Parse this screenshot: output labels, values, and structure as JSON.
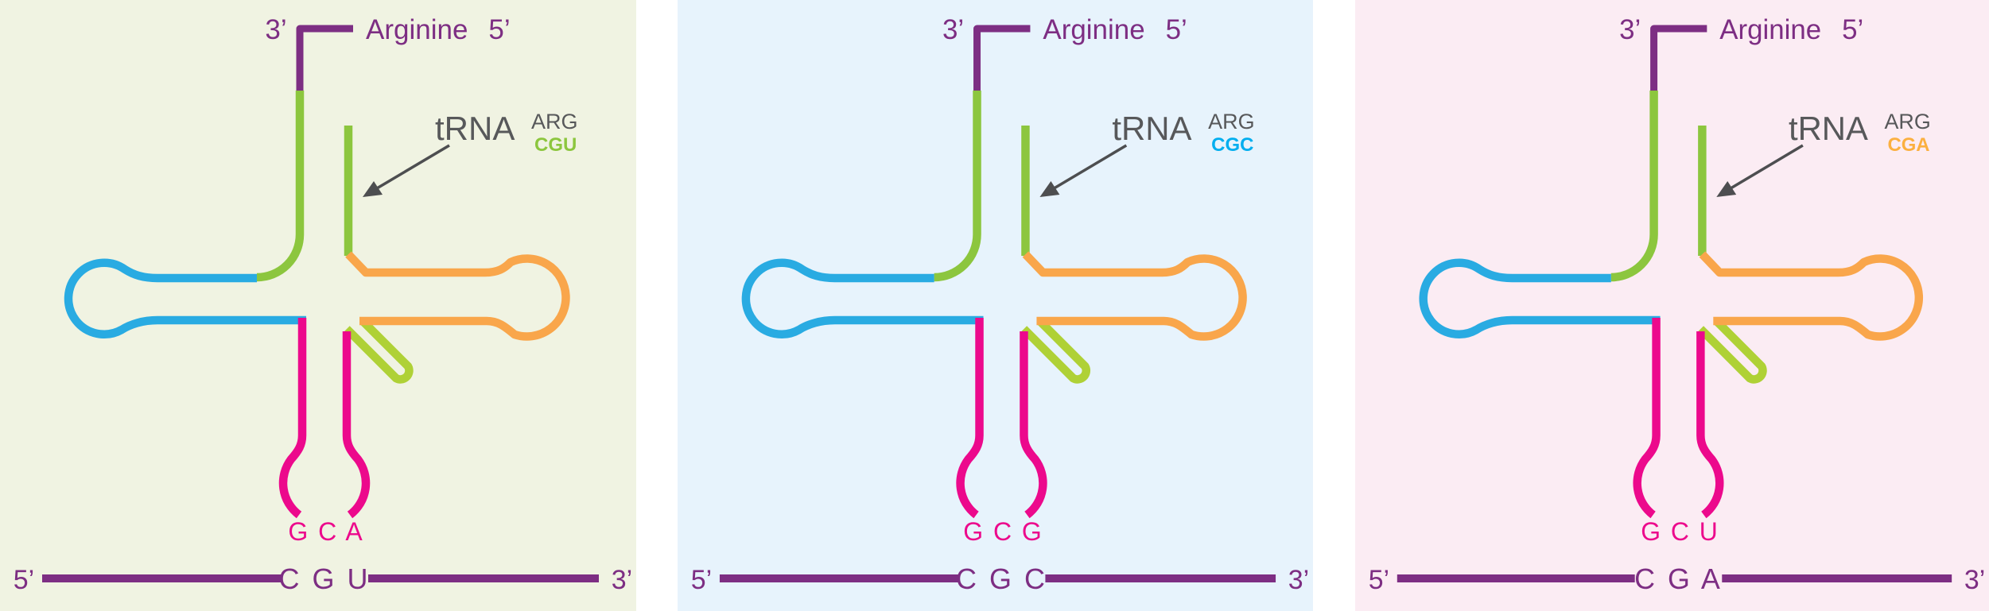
{
  "shared": {
    "three_prime_label": "3’",
    "amino_acid": "Arginine",
    "five_prime_label": "5’",
    "trna_base": "tRNA",
    "trna_superscript": "ARG",
    "mrna_five_prime": "5’",
    "mrna_three_prime": "3’"
  },
  "palette": {
    "purple": "#7D2E83",
    "green": "#8CC63E",
    "light_green": "#AFD136",
    "blue": "#29ABE2",
    "orange": "#F9A64B",
    "magenta": "#EC098C",
    "label_gray": "#57585A",
    "arrow_gray": "#4D4E50"
  },
  "panels": [
    {
      "id": "trna-arg-cgu",
      "bg": "#F0F3E2",
      "accent": "#8CC63E",
      "trna_subscript": "CGU",
      "anticodon": "G C A",
      "codon": "C G U"
    },
    {
      "id": "trna-arg-cgc",
      "bg": "#E7F3FC",
      "accent": "#00AEEF",
      "trna_subscript": "CGC",
      "anticodon": "G C G",
      "codon": "C G C"
    },
    {
      "id": "trna-arg-cga",
      "bg": "#FBECF3",
      "accent": "#FBB040",
      "trna_subscript": "CGA",
      "anticodon": "G C U",
      "codon": "C G A"
    }
  ]
}
